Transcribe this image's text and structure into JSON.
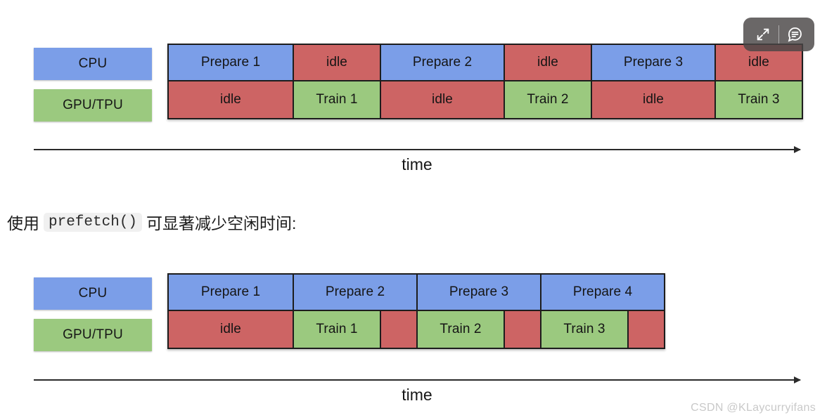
{
  "caption": {
    "before": "使用",
    "code": "prefetch()",
    "after": "可显著减少空闲时间:"
  },
  "watermark": "CSDN @KLaycurryifans",
  "toolbar": {
    "expand_icon": "expand-icon",
    "comment_icon": "comment-icon"
  },
  "colors": {
    "cpu_blue": "#7b9ee8",
    "idle_red": "#cd6464",
    "gpu_green": "#9bc97f",
    "border": "#1d1d1d"
  },
  "figures": [
    {
      "id": "without-prefetch",
      "legend": {
        "cpu": "CPU",
        "gpu": "GPU/TPU"
      },
      "cpu_row": [
        {
          "label": "Prepare 1",
          "kind": "blue",
          "width": 176
        },
        {
          "label": "idle",
          "kind": "red",
          "width": 124
        },
        {
          "label": "Prepare 2",
          "kind": "blue",
          "width": 176
        },
        {
          "label": "idle",
          "kind": "red",
          "width": 124
        },
        {
          "label": "Prepare 3",
          "kind": "blue",
          "width": 176
        },
        {
          "label": "idle",
          "kind": "red",
          "width": 124
        }
      ],
      "gpu_row": [
        {
          "label": "idle",
          "kind": "red",
          "width": 176
        },
        {
          "label": "Train 1",
          "kind": "green",
          "width": 124
        },
        {
          "label": "idle",
          "kind": "red",
          "width": 176
        },
        {
          "label": "Train 2",
          "kind": "green",
          "width": 124
        },
        {
          "label": "idle",
          "kind": "red",
          "width": 176
        },
        {
          "label": "Train 3",
          "kind": "green",
          "width": 124
        }
      ],
      "axis_label": "time"
    },
    {
      "id": "with-prefetch",
      "legend": {
        "cpu": "CPU",
        "gpu": "GPU/TPU"
      },
      "cpu_row": [
        {
          "label": "Prepare 1",
          "kind": "blue",
          "width": 176
        },
        {
          "label": "Prepare 2",
          "kind": "blue",
          "width": 176
        },
        {
          "label": "Prepare 3",
          "kind": "blue",
          "width": 176
        },
        {
          "label": "Prepare 4",
          "kind": "blue",
          "width": 176
        }
      ],
      "gpu_row": [
        {
          "label": "idle",
          "kind": "red",
          "width": 176
        },
        {
          "label": "Train 1",
          "kind": "green",
          "width": 124
        },
        {
          "label": "",
          "kind": "red",
          "width": 52
        },
        {
          "label": "Train 2",
          "kind": "green",
          "width": 124
        },
        {
          "label": "",
          "kind": "red",
          "width": 52
        },
        {
          "label": "Train 3",
          "kind": "green",
          "width": 124
        },
        {
          "label": "",
          "kind": "red",
          "width": 52
        }
      ],
      "axis_label": "time"
    }
  ]
}
